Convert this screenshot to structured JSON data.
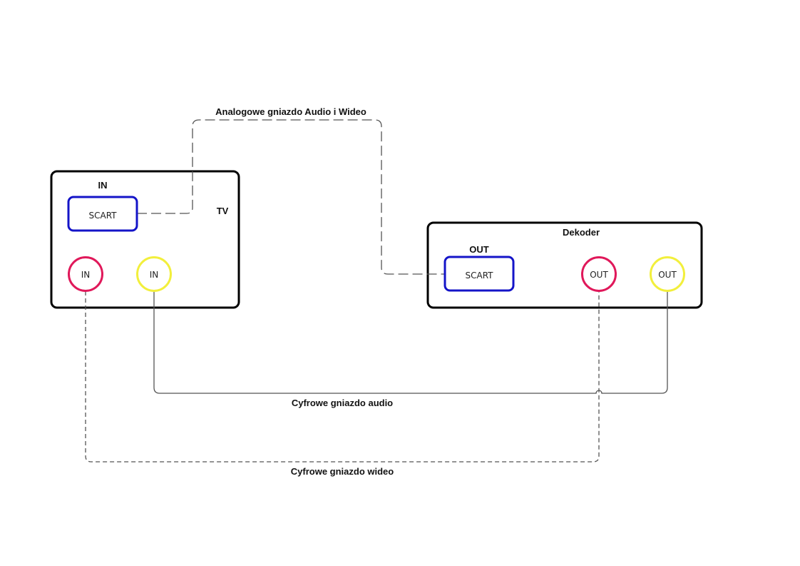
{
  "colors": {
    "scart": "#1414c8",
    "jack_red": "#e0185a",
    "jack_yellow": "#f2ef3c",
    "box_border": "#000000",
    "wire": "#555555"
  },
  "tv": {
    "title": "TV",
    "scart_heading": "IN",
    "scart_label": "SCART",
    "jack_red_label": "IN",
    "jack_yellow_label": "IN"
  },
  "decoder": {
    "title": "Dekoder",
    "scart_heading": "OUT",
    "scart_label": "SCART",
    "jack_red_label": "OUT",
    "jack_yellow_label": "OUT"
  },
  "connections": {
    "analog_label": "Analogowe gniazdo Audio i Wideo",
    "audio_label": "Cyfrowe gniazdo audio",
    "video_label": "Cyfrowe gniazdo wideo"
  }
}
